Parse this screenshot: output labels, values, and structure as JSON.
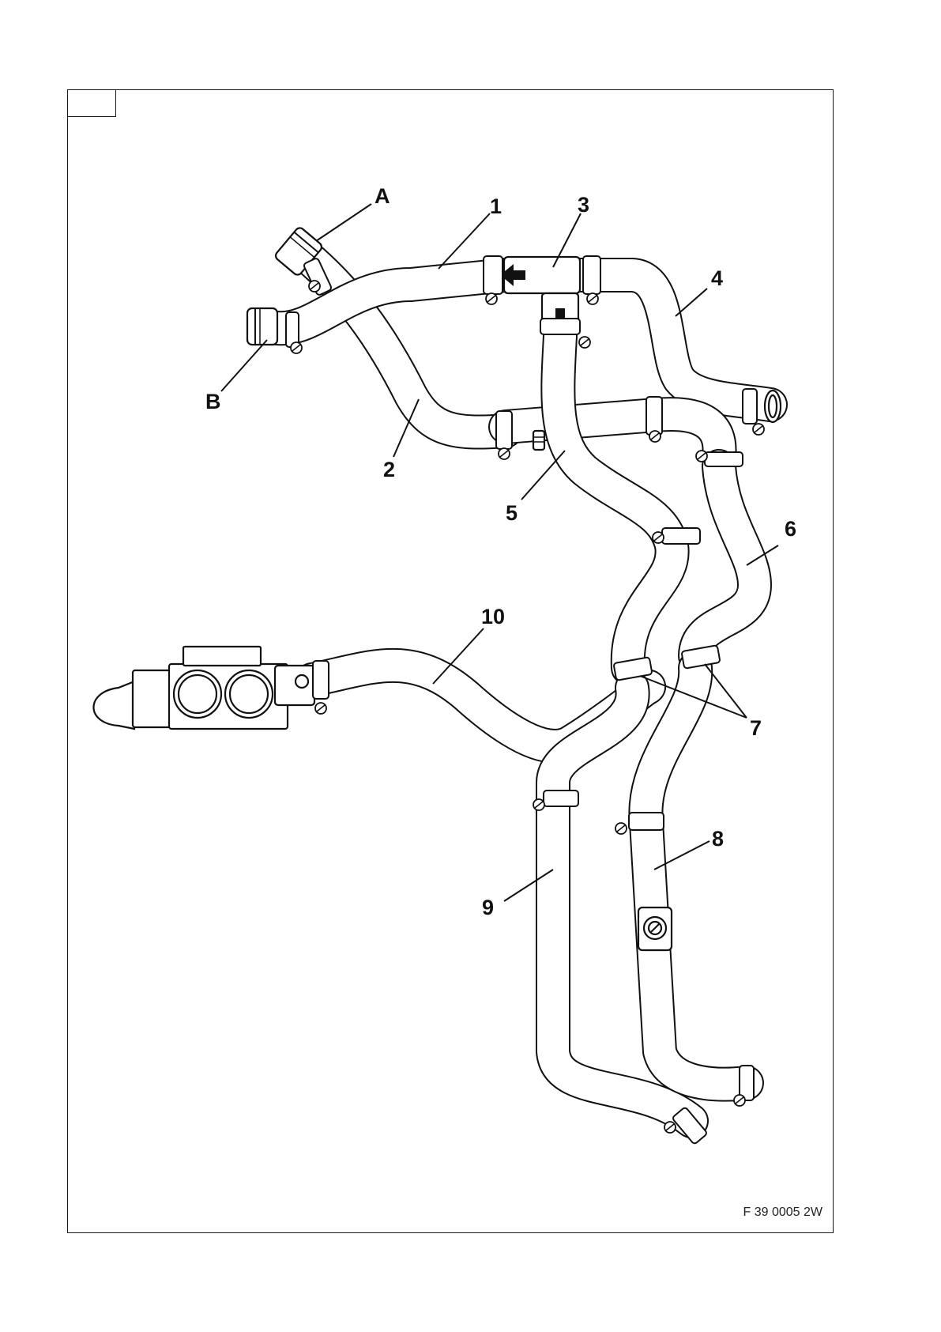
{
  "figure": {
    "reference_code": "F 39 0005 2W"
  },
  "callouts": {
    "A": "A",
    "B": "B",
    "c1": "1",
    "c2": "2",
    "c3": "3",
    "c4": "4",
    "c5": "5",
    "c6": "6",
    "c7": "7",
    "c8": "8",
    "c9": "9",
    "c10": "10"
  }
}
